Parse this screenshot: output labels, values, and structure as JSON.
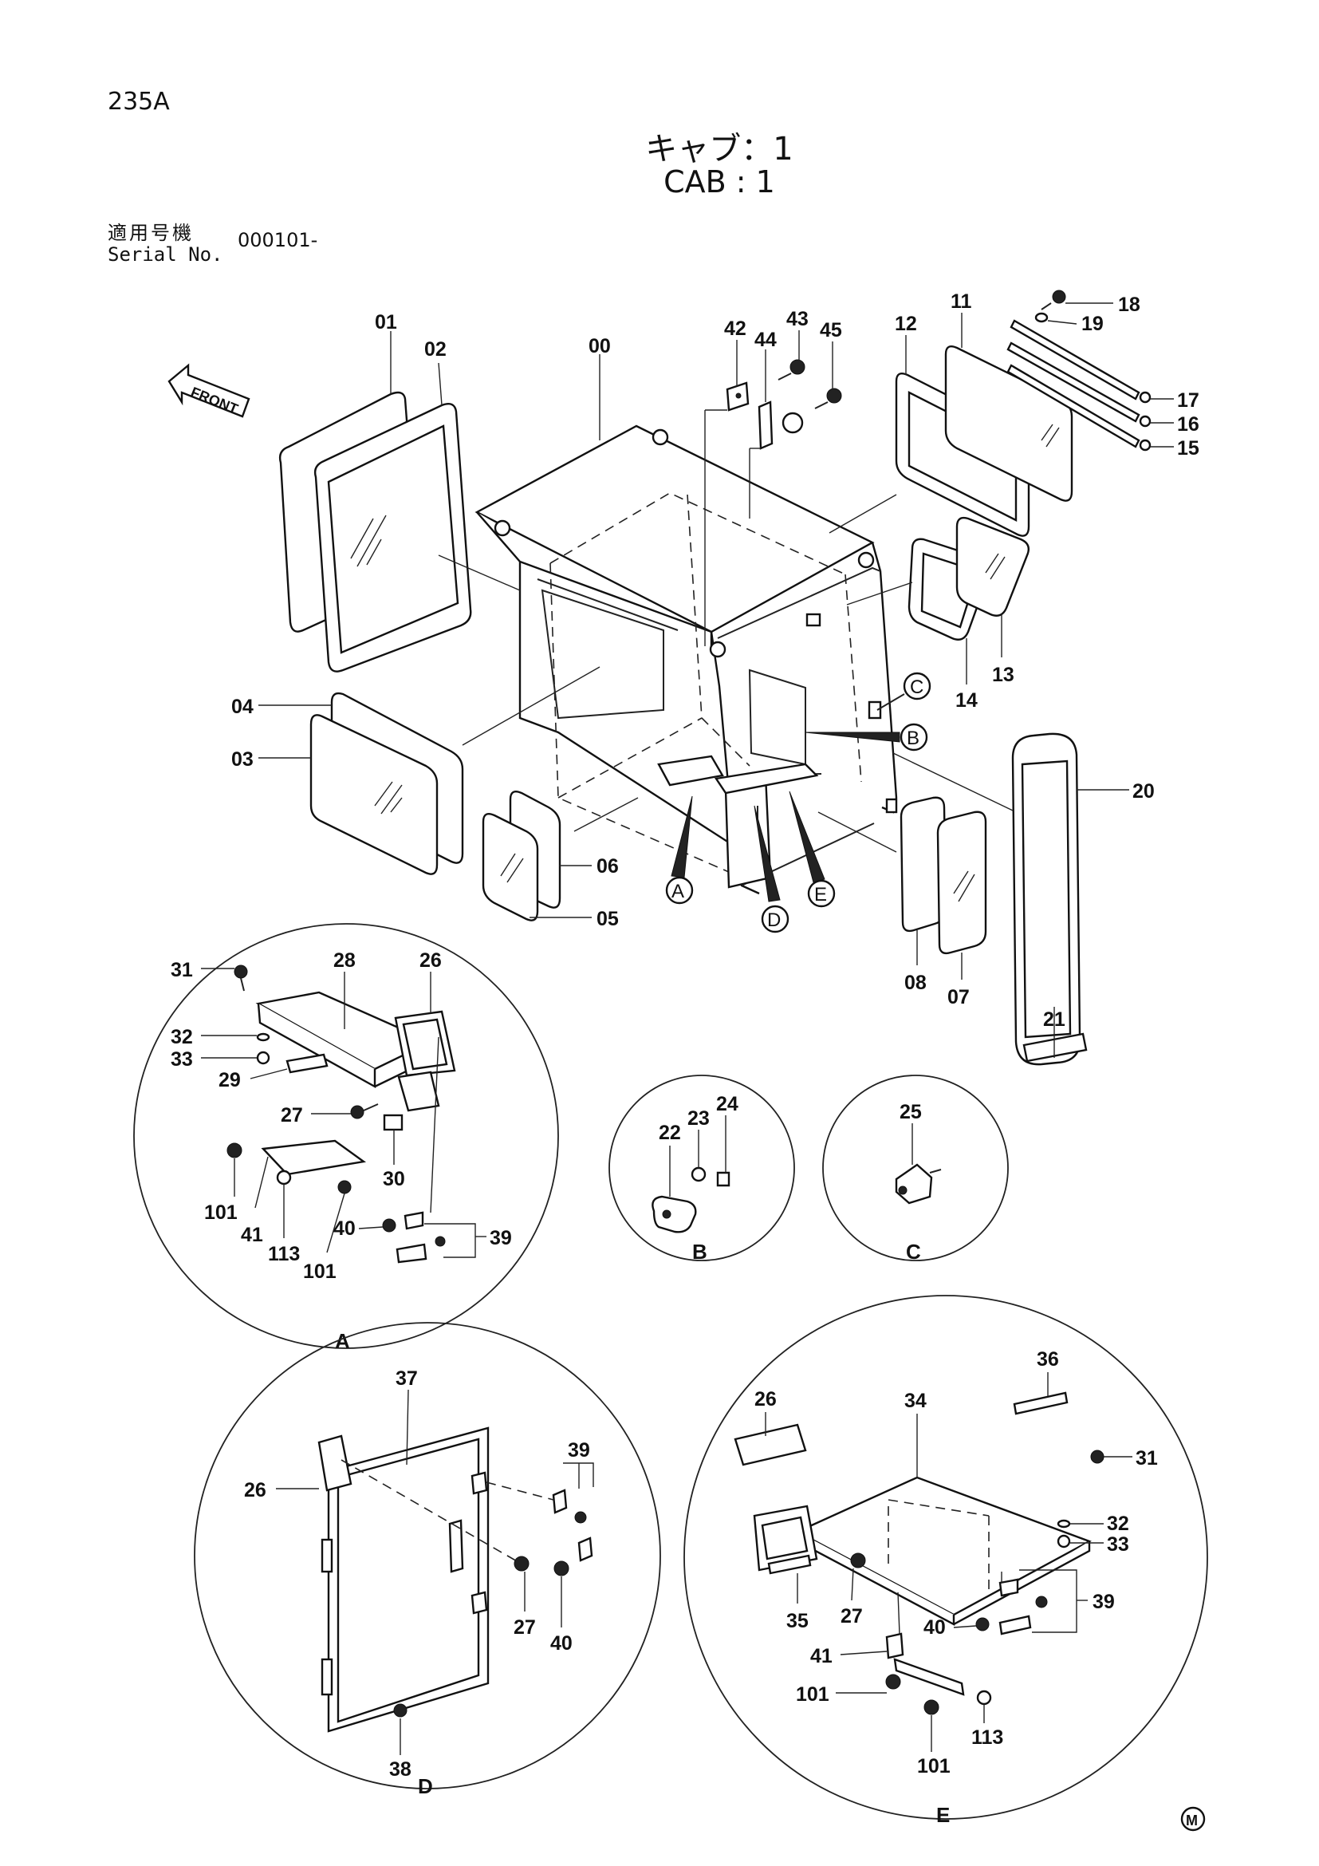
{
  "header": {
    "page_id": "235A",
    "title_jp": "キャブ：1",
    "title_en": "CAB : 1",
    "serial_label_jp": "適用号機",
    "serial_label_en": "Serial No.",
    "serial_value": "000101-"
  },
  "main_part_labels": {
    "p00": "00",
    "p01": "01",
    "p02": "02",
    "p03": "03",
    "p04": "04",
    "p05": "05",
    "p06": "06",
    "p07": "07",
    "p08": "08",
    "p11": "11",
    "p12": "12",
    "p13": "13",
    "p14": "14",
    "p15": "15",
    "p16": "16",
    "p17": "17",
    "p18": "18",
    "p19": "19",
    "p20": "20",
    "p21": "21",
    "p42": "42",
    "p43": "43",
    "p44": "44",
    "p45": "45"
  },
  "front_arrow_label": "FRONT",
  "callouts": [
    "A",
    "B",
    "C",
    "D",
    "E"
  ],
  "detail_A": {
    "name": "A",
    "labels": [
      "31",
      "28",
      "26",
      "32",
      "33",
      "29",
      "27",
      "30",
      "101",
      "41",
      "113",
      "101",
      "40",
      "39"
    ]
  },
  "detail_B": {
    "name": "B",
    "labels": [
      "22",
      "23",
      "24"
    ]
  },
  "detail_C": {
    "name": "C",
    "labels": [
      "25"
    ]
  },
  "detail_D": {
    "name": "D",
    "labels": [
      "37",
      "39",
      "26",
      "27",
      "40",
      "38"
    ]
  },
  "detail_E": {
    "name": "E",
    "labels": [
      "34",
      "36",
      "26",
      "31",
      "32",
      "33",
      "35",
      "27",
      "39",
      "40",
      "41",
      "101",
      "113",
      "101"
    ]
  },
  "footer_mark": "M"
}
